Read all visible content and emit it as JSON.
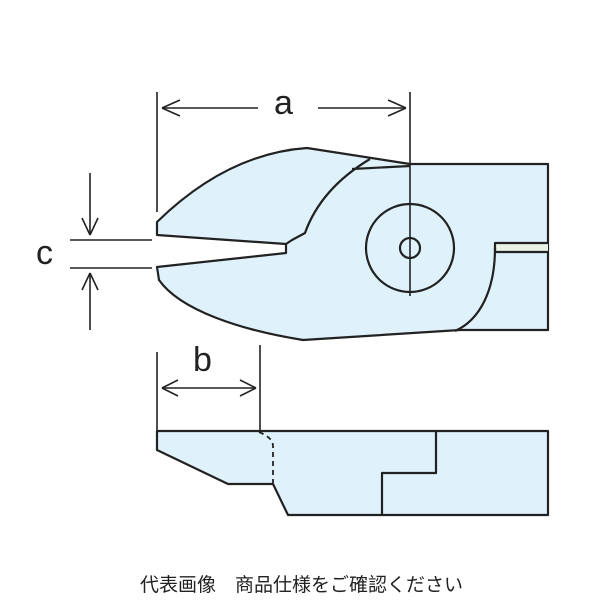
{
  "dimensions": {
    "a": "a",
    "b": "b",
    "c": "c"
  },
  "caption": "代表画像　商品仕様をご確認ください",
  "colors": {
    "fill": "#dff1fa",
    "line": "#222222",
    "slot": "#e8f3e6"
  }
}
